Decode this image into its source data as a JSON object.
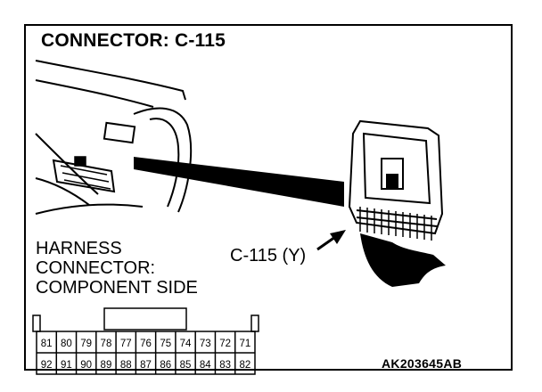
{
  "title": "CONNECTOR: C-115",
  "callout_label": "C-115 (Y)",
  "harness_lines": [
    "HARNESS",
    "CONNECTOR:",
    "COMPONENT SIDE"
  ],
  "pins_top": [
    "81",
    "80",
    "79",
    "78",
    "77",
    "76",
    "75",
    "74",
    "73",
    "72",
    "71"
  ],
  "pins_bottom": [
    "92",
    "91",
    "90",
    "89",
    "88",
    "87",
    "86",
    "85",
    "84",
    "83",
    "82"
  ],
  "figure_code": "AK203645AB"
}
